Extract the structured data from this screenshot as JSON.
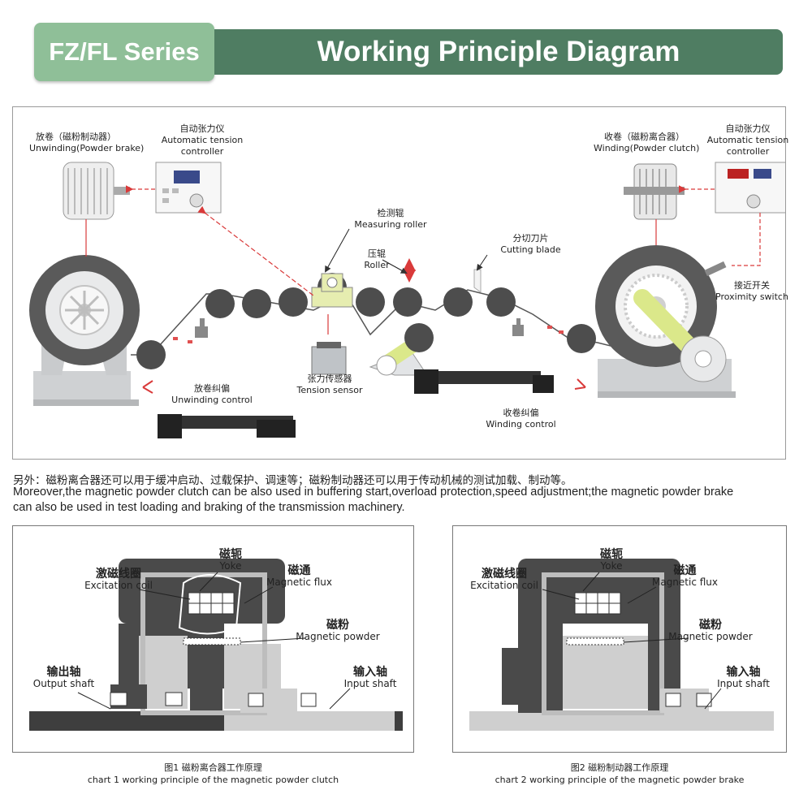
{
  "header": {
    "series": "FZ/FL Series",
    "title": "Working Principle Diagram"
  },
  "diagram": {
    "unwinding_brake": {
      "zh": "放卷（磁粉制动器）",
      "en": "Unwinding(Powder brake)"
    },
    "atc_left": {
      "zh": "自动张力仪",
      "en1": "Automatic tension",
      "en2": "controller"
    },
    "winding_clutch": {
      "zh": "收卷（磁粉离合器）",
      "en": "Winding(Powder clutch)"
    },
    "atc_right": {
      "zh": "自动张力仪",
      "en1": "Automatic tension",
      "en2": "controller"
    },
    "measuring_roller": {
      "zh": "检测辊",
      "en": "Measuring roller"
    },
    "roller": {
      "zh": "压辊",
      "en": "Roller"
    },
    "cutting_blade": {
      "zh": "分切刀片",
      "en": "Cutting blade"
    },
    "proximity_switch": {
      "zh": "接近开关",
      "en": "Proximity switch"
    },
    "tension_sensor": {
      "zh": "张力传感器",
      "en": "Tension sensor"
    },
    "unwinding_control": {
      "zh": "放卷纠偏",
      "en": "Unwinding control"
    },
    "winding_control": {
      "zh": "收卷纠偏",
      "en": "Winding control"
    }
  },
  "note": {
    "zh": "另外：磁粉离合器还可以用于缓冲启动、过载保护、调速等；磁粉制动器还可以用于传动机械的测试加载、制动等。",
    "en1": "Moreover,the magnetic powder clutch can be also used in buffering start,overload protection,speed adjustment;the magnetic powder brake",
    "en2": "can also be used in test loading and braking of the transmission machinery."
  },
  "chart1": {
    "yoke": {
      "zh": "磁轭",
      "en": "Yoke"
    },
    "flux": {
      "zh": "磁通",
      "en": "Magnetic flux"
    },
    "coil": {
      "zh": "激磁线圈",
      "en": "Excitation coil"
    },
    "powder": {
      "zh": "磁粉",
      "en": "Magnetic powder"
    },
    "output": {
      "zh": "输出轴",
      "en": "Output shaft"
    },
    "input": {
      "zh": "输入轴",
      "en": "Input shaft"
    },
    "caption_zh": "图1 磁粉离合器工作原理",
    "caption_en": "chart 1 working principle of the magnetic powder clutch"
  },
  "chart2": {
    "yoke": {
      "zh": "磁轭",
      "en": "Yoke"
    },
    "flux": {
      "zh": "磁通",
      "en": "Magnetic flux"
    },
    "coil": {
      "zh": "激磁线圈",
      "en": "Excitation coil"
    },
    "powder": {
      "zh": "磁粉",
      "en": "Magnetic powder"
    },
    "input": {
      "zh": "输入轴",
      "en": "Input shaft"
    },
    "caption_zh": "图2 磁粉制动器工作原理",
    "caption_en": "chart 2 working principle of the magnetic powder brake"
  },
  "colors": {
    "series_bg": "#8fbf98",
    "title_bg": "#4f7d62",
    "roller": "#4d4d4d",
    "accent": "#e8f0a0",
    "arrow": "#d93a3a"
  }
}
